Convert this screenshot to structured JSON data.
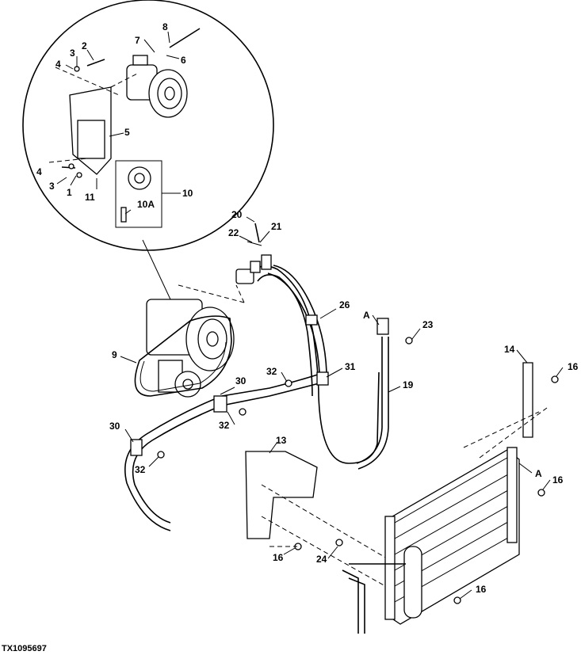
{
  "figure_id": "TX1095697",
  "callouts": {
    "c1": "1",
    "c2": "2",
    "c3a": "3",
    "c3b": "3",
    "c4a": "4",
    "c4b": "4",
    "c5": "5",
    "c6": "6",
    "c7": "7",
    "c8": "8",
    "c9": "9",
    "c10": "10",
    "c10a": "10A",
    "c11": "11",
    "c13": "13",
    "c14": "14",
    "c16a": "16",
    "c16b": "16",
    "c16c": "16",
    "c16d": "16",
    "c19": "19",
    "c20": "20",
    "c21": "21",
    "c22": "22",
    "c23": "23",
    "c24": "24",
    "c26": "26",
    "c30a": "30",
    "c30b": "30",
    "c31": "31",
    "c32a": "32",
    "c32b": "32",
    "c32c": "32",
    "cAa": "A",
    "cAb": "A"
  },
  "stroke_color": "#000000",
  "background_color": "#ffffff"
}
